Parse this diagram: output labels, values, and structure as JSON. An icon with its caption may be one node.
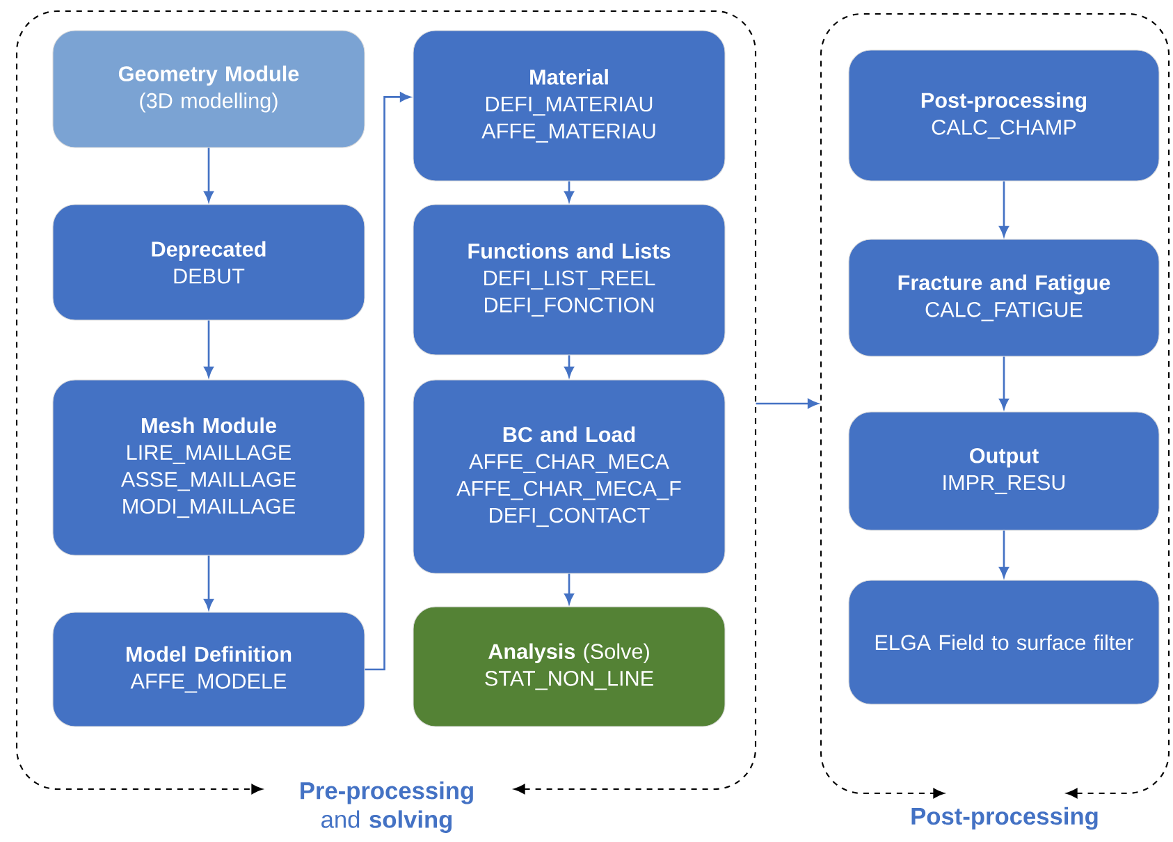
{
  "diagram": {
    "nodes": [
      {
        "text": [
          "**Pre-processing** and **solving**"
        ]
      },
      {
        "text": [
          "Geometry Module",
          "(3D modelling)"
        ],
        "in": 0
      },
      {
        "text": [
          "Deprecated",
          "DEBUT"
        ],
        "in": 0
      },
      {
        "text": [
          "Mesh Module",
          "LIRE_MAILLAGE",
          "ASSE_MAILLAGE",
          "MODI_MAILLAGE"
        ],
        "in": 0
      },
      {
        "text": [
          "Model Definition",
          "AFFE_MODELE"
        ],
        "in": 0
      },
      {
        "text": [
          "Material",
          "DEFI_MATERIAU",
          "AFFE_MATERIAU"
        ],
        "in": 0
      },
      {
        "text": [
          "Functions and Lists",
          "DEFI_LIST_REEL",
          "DEFI_FONCTION"
        ],
        "in": 0
      },
      {
        "text": [
          "BC and Load",
          "AFFE_CHAR_MECA",
          "AFFE_CHAR_MECA_F",
          "DEFI_CONTACT"
        ],
        "in": 0
      },
      {
        "text": [
          "**Analysis** (Solve)",
          "STAT_NON_LINE"
        ],
        "in": 0
      },
      {
        "text": [
          "Post-processing"
        ]
      },
      {
        "text": [
          "Post-processing",
          "CALC_CHAMP"
        ],
        "in": 9
      },
      {
        "text": [
          "Fracture and Fatigue",
          "CALC_FATIGUE"
        ],
        "in": 9
      },
      {
        "text": [
          "Output",
          "IMPR_RESU"
        ],
        "in": 9
      },
      {
        "text": [
          "ELGA Field to surface filter"
        ],
        "in": 9
      }
    ],
    "edges": [
      {
        "from": 1,
        "to": 2,
        "arrow": "to"
      },
      {
        "from": 2,
        "to": 3,
        "arrow": "to"
      },
      {
        "from": 3,
        "to": 4,
        "arrow": "to"
      },
      {
        "from": 4,
        "to": 5,
        "arrow": "to"
      },
      {
        "from": 5,
        "to": 6,
        "arrow": "to"
      },
      {
        "from": 6,
        "to": 7,
        "arrow": "to"
      },
      {
        "from": 7,
        "to": 8,
        "arrow": "to"
      },
      {
        "from": 0,
        "to": 9,
        "arrow": "to"
      },
      {
        "from": 10,
        "to": 11,
        "arrow": "to"
      },
      {
        "from": 11,
        "to": 12,
        "arrow": "to"
      },
      {
        "from": 12,
        "to": 13,
        "arrow": "to"
      }
    ]
  }
}
